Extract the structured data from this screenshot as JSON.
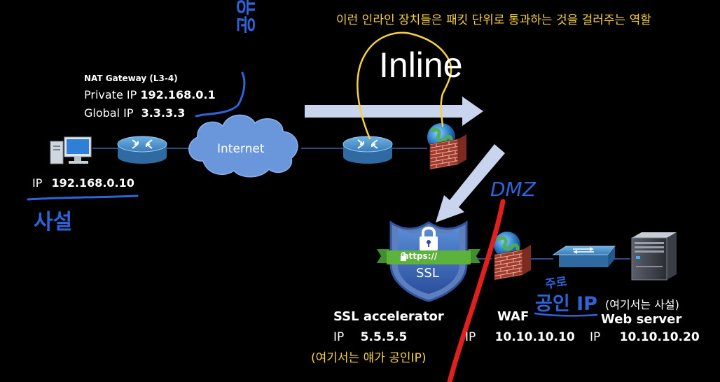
{
  "colors": {
    "background": "#000000",
    "arrow": "#c9d4ee",
    "cable": "#3a63b0",
    "yellow_annotation": "#f7d23e",
    "blue_handwriting": "#2f63d8",
    "red_line": "#e0201e",
    "router": "#3f83c0",
    "firewall_brick": "#a43a2d"
  },
  "annotations": {
    "inline_device_note": "이런 인라인 장치들은 패킷 단위로 통과하는 것을 걸러주는 역할",
    "inline_title": "Inline",
    "gongyugi": "공유기",
    "saseol": "사설",
    "dmz": "DMZ",
    "juro": "주로",
    "gongin_ip": "공인 IP",
    "web_private_note": "(여기서는 사설)",
    "ssl_public_note": "(여기서는 얘가 공인IP)"
  },
  "client": {
    "ip_label": "IP",
    "ip_value": "192.168.0.10"
  },
  "nat": {
    "title": "NAT Gateway (L3-4)",
    "private_label": "Private IP",
    "private_value": "192.168.0.1",
    "global_label": "Global IP",
    "global_value": "3.3.3.3"
  },
  "internet": {
    "label": "Internet"
  },
  "ssl": {
    "badge": "https://",
    "shield_text": "SSL",
    "name": "SSL accelerator",
    "ip_label": "IP",
    "ip_value": "5.5.5.5"
  },
  "waf": {
    "name": "WAF",
    "ip_label": "IP",
    "ip_value": "10.10.10.10"
  },
  "web": {
    "name": "Web server",
    "ip_label": "IP",
    "ip_value": "10.10.10.20"
  }
}
